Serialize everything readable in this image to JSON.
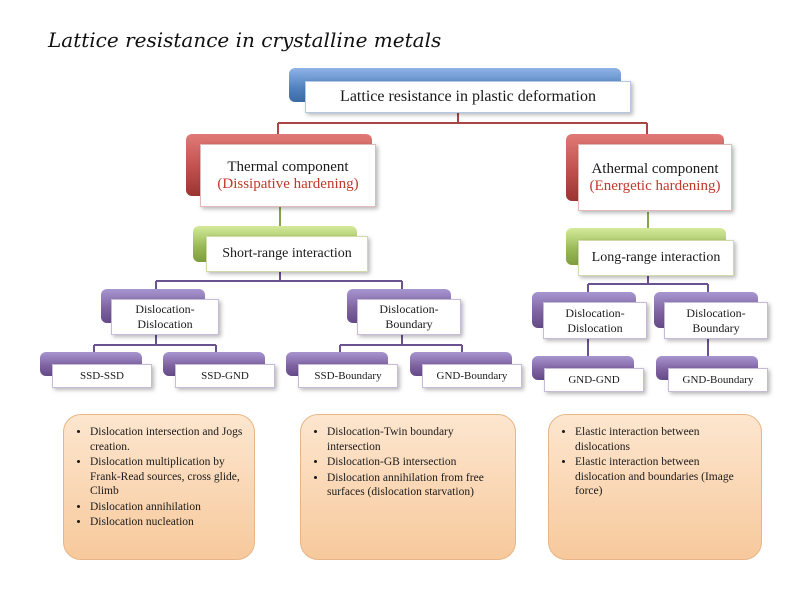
{
  "title": "Lattice resistance in crystalline metals",
  "root": {
    "label": "Lattice resistance in plastic deformation"
  },
  "thermal": {
    "label": "Thermal component",
    "sub": "(Dissipative hardening)"
  },
  "athermal": {
    "label": "Athermal component",
    "sub": "(Energetic hardening)"
  },
  "short_range": {
    "label": "Short-range interaction"
  },
  "long_range": {
    "label": "Long-range interaction"
  },
  "level3": [
    {
      "line1": "Dislocation-",
      "line2": "Dislocation"
    },
    {
      "line1": "Dislocation-",
      "line2": "Boundary"
    },
    {
      "line1": "Dislocation-",
      "line2": "Dislocation"
    },
    {
      "line1": "Dislocation-",
      "line2": "Boundary"
    }
  ],
  "level4": [
    {
      "label": "SSD-SSD"
    },
    {
      "label": "SSD-GND"
    },
    {
      "label": "SSD-Boundary"
    },
    {
      "label": "GND-Boundary"
    },
    {
      "label": "GND-GND"
    },
    {
      "label": "GND-Boundary"
    }
  ],
  "panels": [
    {
      "items": [
        "Dislocation intersection and Jogs creation.",
        "Dislocation multiplication by Frank-Read sources, cross glide, Climb",
        "Dislocation annihilation",
        "Dislocation nucleation"
      ]
    },
    {
      "items": [
        "Dislocation-Twin boundary intersection",
        "Dislocation-GB intersection",
        "Dislocation annihilation from free surfaces (dislocation starvation)"
      ]
    },
    {
      "items": [
        "Elastic interaction between dislocations",
        "Elastic interaction between dislocation and boundaries (Image force)"
      ]
    }
  ],
  "colors": {
    "blue": "#4f81bd",
    "red": "#c0504d",
    "green": "#9bbb59",
    "purple": "#8064a2",
    "subtitle_red": "#c0392b",
    "panel_fill": "#fbd9b6"
  }
}
